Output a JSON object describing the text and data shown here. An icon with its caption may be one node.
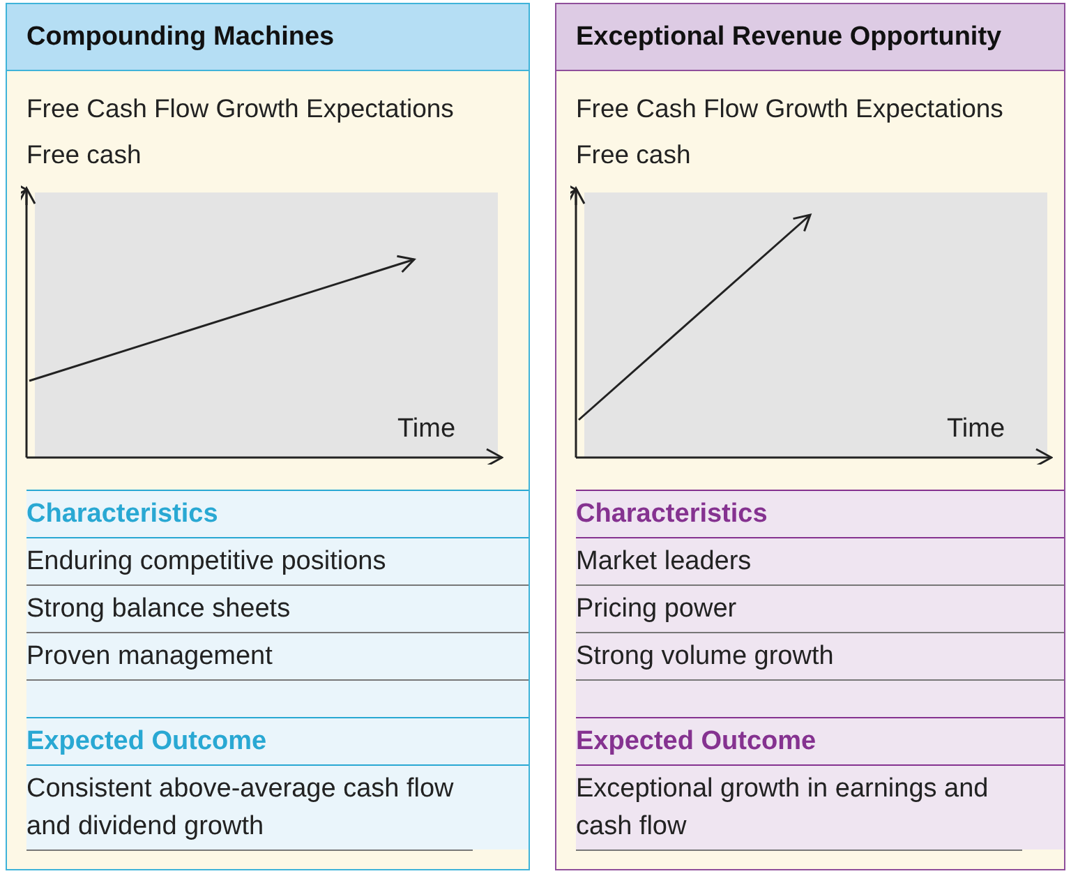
{
  "diagram": {
    "nodes": [
      {
        "text": [
          "Compounding Machines"
        ]
      },
      {
        "text": [
          "Time"
        ],
        "in": 0
      },
      {
        "text": [
          "Characteristics",
          "Enduring competitive positions",
          "Strong balance sheets",
          "Proven management"
        ],
        "in": 0
      },
      {
        "text": [
          "Expected Outcome",
          "Consistent above-average cash flow and dividend growth"
        ],
        "in": 0
      },
      {
        "text": [
          "Exceptional Revenue Opportunity"
        ]
      },
      {
        "text": [
          "Time"
        ],
        "in": 4
      },
      {
        "text": [
          "Characteristics",
          "Market leaders",
          "Pricing power",
          "Strong volume growth"
        ],
        "in": 4
      },
      {
        "text": [
          "Expected Outcome",
          "Exceptional growth in earnings and cash flow"
        ],
        "in": 4
      }
    ],
    "edges": [],
    "labels": [
      "Free Cash Flow Growth Expectations",
      "Free Cash Flow Growth Expectations",
      "Free cash",
      "Free cash"
    ]
  }
}
